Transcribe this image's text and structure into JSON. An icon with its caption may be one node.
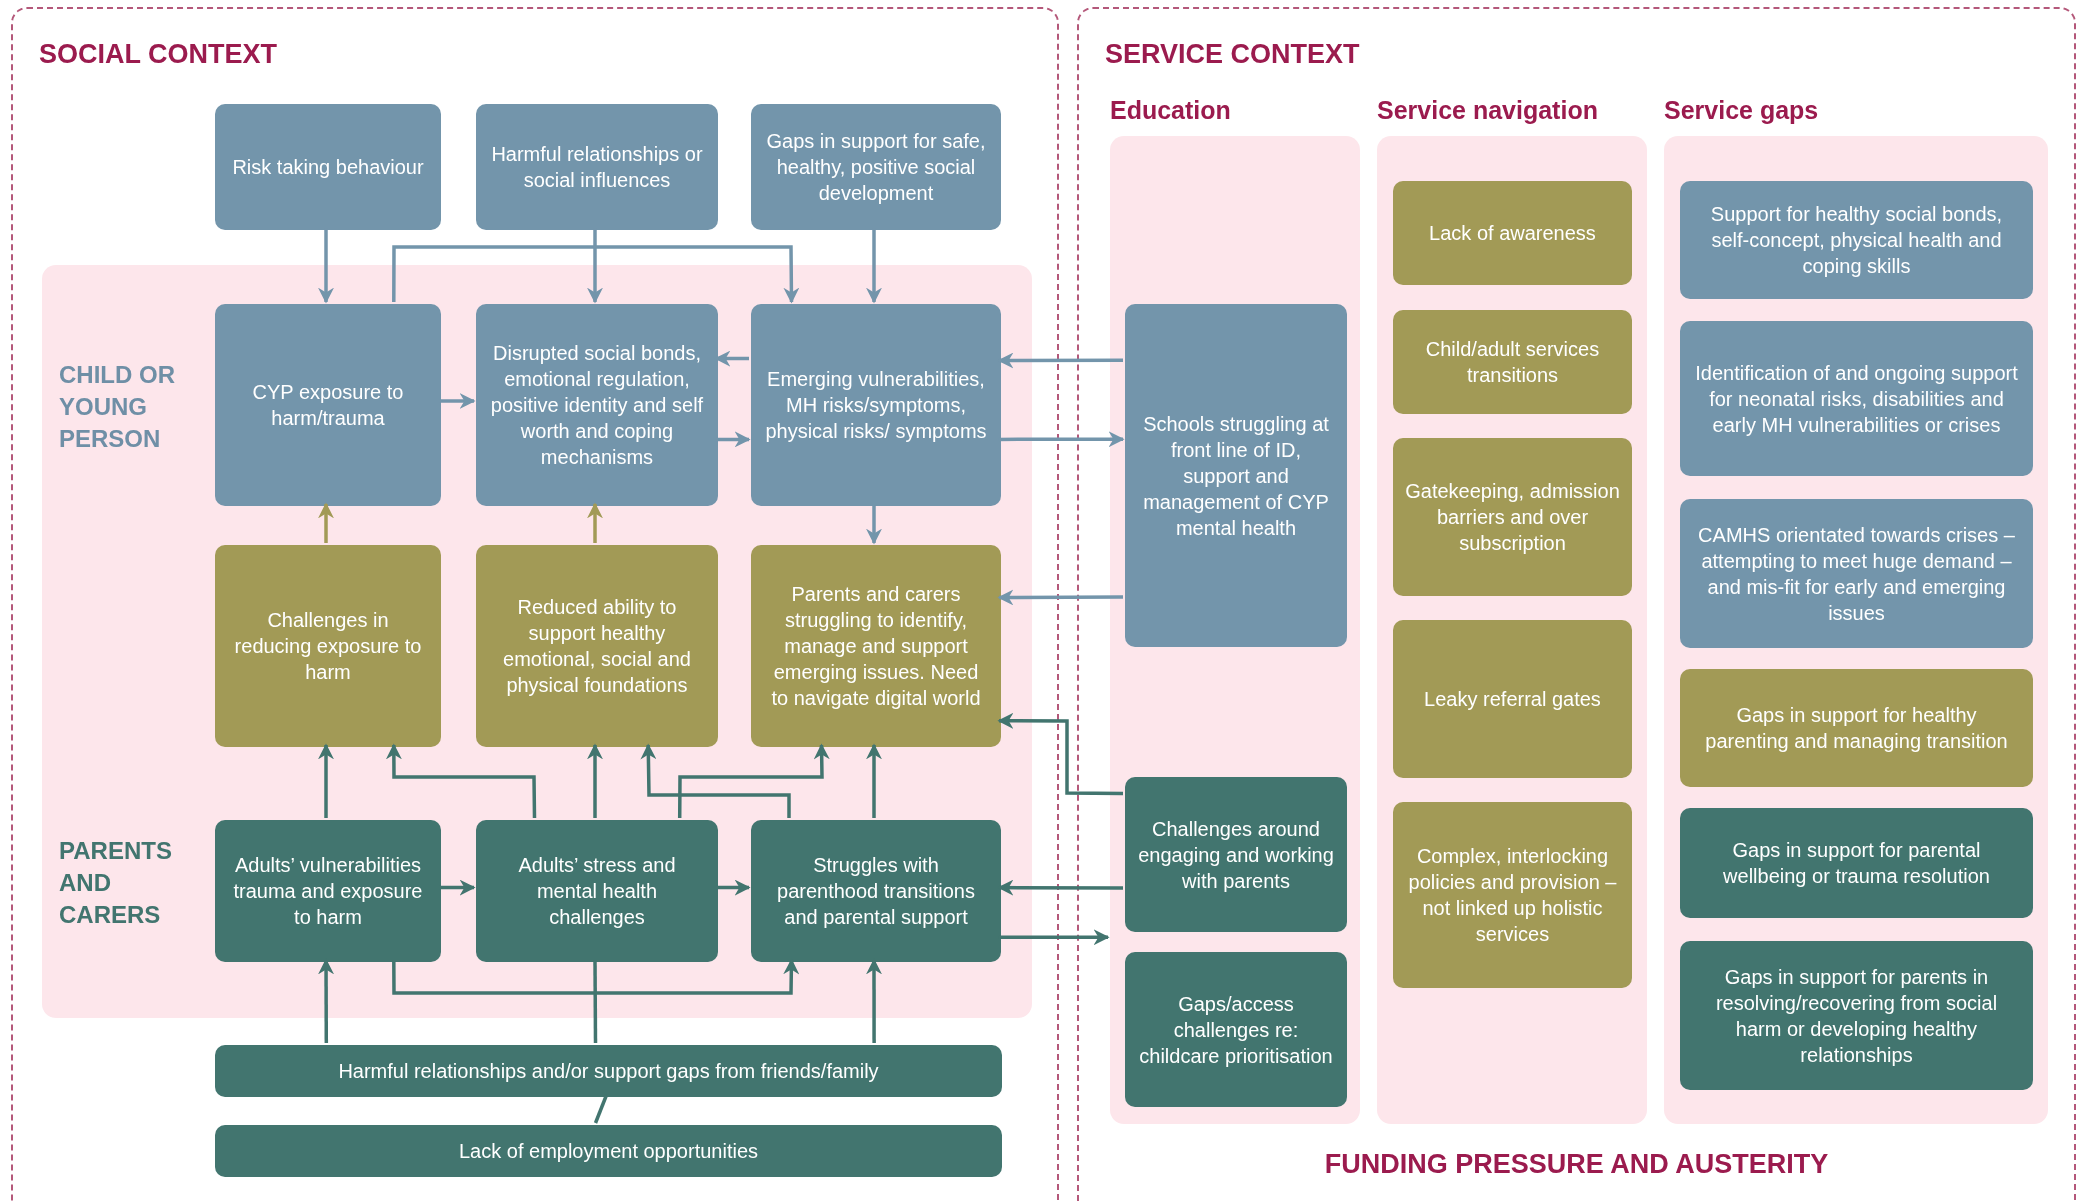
{
  "diagram": {
    "nodes": [
      {
        "text": [
          "SOCIAL CONTEXT"
        ]
      },
      {
        "text": [
          "Risk taking behaviour"
        ],
        "in": 0
      },
      {
        "text": [
          "Harmful relationships or social influences"
        ],
        "in": 0
      },
      {
        "text": [
          "Gaps in support for safe, healthy, positive social development"
        ],
        "in": 0
      },
      {
        "text": [
          "CHILD OR YOUNG PERSON",
          "PARENTS AND CARERS"
        ],
        "in": 0
      },
      {
        "text": [
          "CYP exposure to harm/trauma"
        ],
        "in": 4
      },
      {
        "text": [
          "Disrupted social bonds, emotional regulation, positive identity and self worth and coping mechanisms"
        ],
        "in": 4
      },
      {
        "text": [
          "Emerging vulnerabilities, MH risks/symptoms, physical risks/ symptoms"
        ],
        "in": 4
      },
      {
        "text": [
          "Challenges in reducing exposure to harm"
        ],
        "in": 4
      },
      {
        "text": [
          "Reduced ability to support healthy emotional, social and physical foundations"
        ],
        "in": 4
      },
      {
        "text": [
          "Parents and carers struggling to identify, manage and support emerging issues. Need to navigate digital world"
        ],
        "in": 4
      },
      {
        "text": [
          "Adults’ vulnerabilities trauma and exposure to harm"
        ],
        "in": 4
      },
      {
        "text": [
          "Adults’ stress and mental health challenges"
        ],
        "in": 4
      },
      {
        "text": [
          "Struggles with parenthood transitions and parental support"
        ],
        "in": 4
      },
      {
        "text": [
          "Harmful relationships and/or support gaps from friends/family"
        ],
        "in": 0
      },
      {
        "text": [
          "Lack of employment opportunities"
        ],
        "in": 0
      },
      {
        "text": [
          "SERVICE CONTEXT",
          "FUNDING PRESSURE AND AUSTERITY"
        ]
      },
      {
        "text": [
          "Education"
        ],
        "in": 16
      },
      {
        "text": [
          "Schools struggling at front line of ID, support and management of CYP mental health"
        ],
        "in": 17
      },
      {
        "text": [
          "Challenges around engaging and working with parents"
        ],
        "in": 17
      },
      {
        "text": [
          "Gaps/access challenges re: childcare prioritisation"
        ],
        "in": 17
      },
      {
        "text": [
          "Service navigation"
        ],
        "in": 16
      },
      {
        "text": [
          "Lack of awareness"
        ],
        "in": 21
      },
      {
        "text": [
          "Child/adult services transitions"
        ],
        "in": 21
      },
      {
        "text": [
          "Gatekeeping, admission barriers and over subscription"
        ],
        "in": 21
      },
      {
        "text": [
          "Leaky referral gates"
        ],
        "in": 21
      },
      {
        "text": [
          "Complex, interlocking policies and provision – not linked up holistic services"
        ],
        "in": 21
      },
      {
        "text": [
          "Service gaps"
        ],
        "in": 16
      },
      {
        "text": [
          "Support for healthy social bonds, self-concept, physical health and coping skills"
        ],
        "in": 27
      },
      {
        "text": [
          "Identification of and ongoing support for neonatal risks, disabilities and early MH vulnerabilities or crises"
        ],
        "in": 27
      },
      {
        "text": [
          "CAMHS orientated towards crises – attempting to meet huge demand – and mis-fit for early and emerging issues"
        ],
        "in": 27
      },
      {
        "text": [
          "Gaps in support for healthy parenting and managing transition"
        ],
        "in": 27
      },
      {
        "text": [
          "Gaps in support for parental wellbeing or trauma resolution"
        ],
        "in": 27
      },
      {
        "text": [
          "Gaps in support for parents in resolving/recovering from social harm or developing healthy relationships"
        ],
        "in": 27
      }
    ],
    "edges": [
      {
        "from": 1,
        "to": 5,
        "arrow": "to",
        "color": "#7395ab"
      },
      {
        "from": 2,
        "to": 6,
        "arrow": "to",
        "color": "#7395ab"
      },
      {
        "from": 3,
        "to": 7,
        "arrow": "to",
        "color": "#7395ab"
      },
      {
        "from": 5,
        "to": 7,
        "arrow": "to",
        "color": "#7395ab"
      },
      {
        "from": 5,
        "to": 6,
        "arrow": "to",
        "color": "#7395ab"
      },
      {
        "from": 6,
        "to": 7,
        "arrow": "to",
        "color": "#7395ab"
      },
      {
        "from": 7,
        "to": 6,
        "arrow": "to",
        "color": "#7395ab"
      },
      {
        "from": 7,
        "to": 18,
        "arrow": "to",
        "color": "#7395ab"
      },
      {
        "from": 18,
        "to": 7,
        "arrow": "to",
        "color": "#7395ab"
      },
      {
        "from": 7,
        "to": 10,
        "arrow": "to",
        "color": "#7395ab"
      },
      {
        "from": 18,
        "to": 10,
        "arrow": "to",
        "color": "#7395ab"
      },
      {
        "from": 8,
        "to": 5,
        "arrow": "to",
        "color": "#a29a56"
      },
      {
        "from": 9,
        "to": 6,
        "arrow": "to",
        "color": "#a29a56"
      },
      {
        "from": 19,
        "to": 10,
        "arrow": "to"
      },
      {
        "from": 11,
        "to": 8,
        "arrow": "to"
      },
      {
        "from": 12,
        "to": 8,
        "arrow": "to"
      },
      {
        "from": 12,
        "to": 9,
        "arrow": "to"
      },
      {
        "from": 12,
        "to": 10,
        "arrow": "to"
      },
      {
        "from": 13,
        "to": 9,
        "arrow": "to"
      },
      {
        "from": 13,
        "to": 10,
        "arrow": "to"
      },
      {
        "from": 11,
        "to": 12,
        "arrow": "to"
      },
      {
        "from": 12,
        "to": 13,
        "arrow": "to"
      },
      {
        "from": 19,
        "to": 13,
        "arrow": "to"
      },
      {
        "from": 13,
        "to": 17,
        "arrow": "to"
      },
      {
        "from": 11,
        "to": 13,
        "arrow": "to"
      },
      {
        "from": 14,
        "to": 11,
        "arrow": "to"
      },
      {
        "from": 14,
        "to": 13,
        "arrow": "to"
      },
      {
        "from": 15,
        "to": 14,
        "arrow": "none"
      },
      {
        "from": 14,
        "to": 12,
        "arrow": "none"
      }
    ]
  }
}
